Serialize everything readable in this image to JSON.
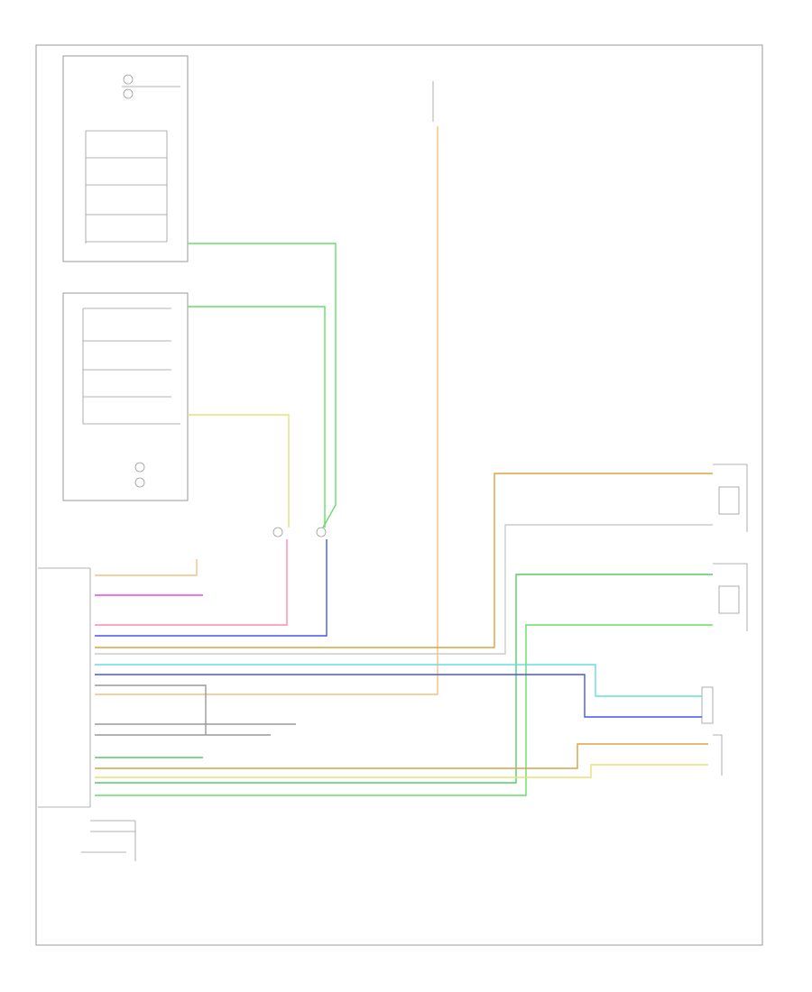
{
  "page": {
    "footer_code": ""
  },
  "colors": {
    "lt_grn": "#66dd66",
    "yel": "#e8e070",
    "pnk": "#ff8aa8",
    "dk_blu": "#4455ee",
    "ppl_yel": "#ee44ee",
    "lt_blu": "#66dddd",
    "tan": "#d9a341",
    "grn": "#55cc66",
    "org": "#f6c080",
    "blk": "#999999",
    "gry": "#cccccc",
    "wire_lbl": "#888888"
  },
  "components": [
    {
      "id": "left-steering-wheel-control-switches",
      "label": ""
    },
    {
      "id": "right-steering-wheel-control-switches",
      "label": ""
    },
    {
      "id": "radio-head-unit",
      "label": ""
    },
    {
      "id": "steering-wheel-clockspring",
      "label": ""
    },
    {
      "id": "hot-at-all-times-fuse",
      "label": ""
    },
    {
      "id": "left-front-door-speaker",
      "label": ""
    },
    {
      "id": "right-front-door-speaker",
      "label": ""
    },
    {
      "id": "right-rear-speaker",
      "label": ""
    },
    {
      "id": "left-rear-speaker",
      "label": ""
    }
  ],
  "wire_labels": []
}
